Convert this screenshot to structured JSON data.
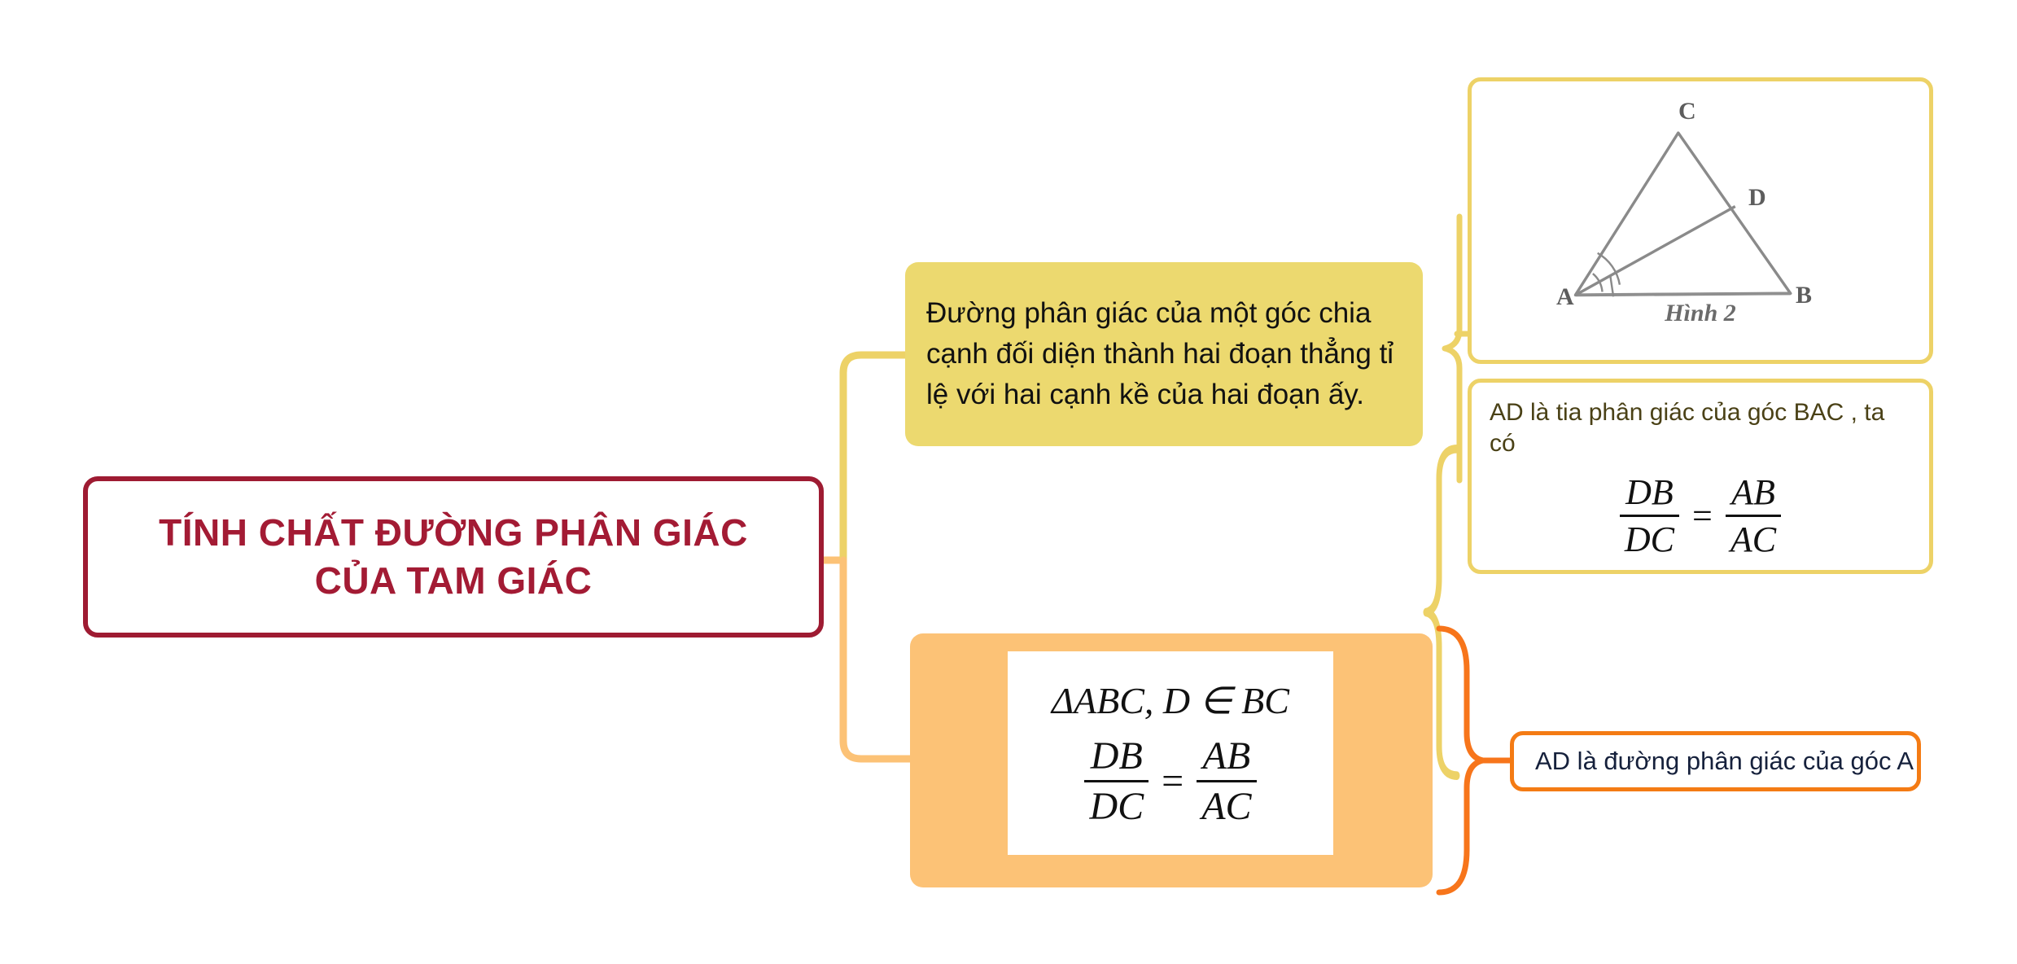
{
  "root": {
    "title": "TÍNH CHẤT ĐƯỜNG PHÂN GIÁC CỦA TAM GIÁC",
    "line1": "TÍNH CHẤT ĐƯỜNG PHÂN GIÁC",
    "line2": "CỦA TAM GIÁC",
    "border_color": "#9e1b32",
    "text_color": "#a31b34"
  },
  "branch_theorem": {
    "text": "Đường phân giác của một góc chia cạnh đối diện thành hai đoạn thẳng tỉ lệ với hai cạnh kề của hai đoạn ấy.",
    "fill_color": "#ecd96f",
    "connector_color": "#edd267"
  },
  "figure_card": {
    "caption": "Hình 2",
    "vertices": [
      "A",
      "B",
      "C",
      "D"
    ],
    "border_color": "#edd267"
  },
  "ratio_card": {
    "text": "AD là tia phân giác của góc BAC , ta có",
    "formula": {
      "left_numerator": "DB",
      "left_denominator": "DC",
      "operator": "=",
      "right_numerator": "AB",
      "right_denominator": "AC"
    },
    "border_color": "#edd267",
    "text_color": "#4a4116"
  },
  "branch_given": {
    "condition": "ΔABC, D ∈ BC",
    "formula": {
      "left_numerator": "DB",
      "left_denominator": "DC",
      "operator": "=",
      "right_numerator": "AB",
      "right_denominator": "AC"
    },
    "fill_color": "#fcc276",
    "connector_color": "#f47b14"
  },
  "conclusion_card": {
    "text": "AD là đường phân giác của góc A",
    "border_color": "#f47b14",
    "text_color": "#16213c"
  }
}
